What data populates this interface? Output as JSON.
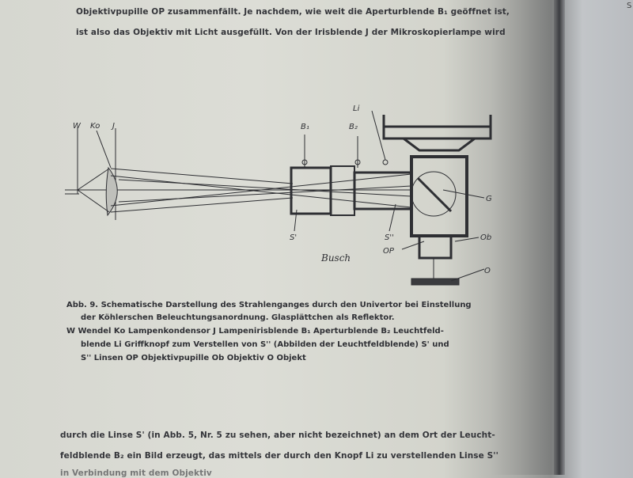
{
  "top_text": [
    "Objektivpupille OP zusammenfällt. Je nachdem, wie weit die Aperturblende B₁ geöffnet ist,",
    "ist also das Objektiv mit Licht ausgefüllt. Von der Irisblende J der Mikroskopierlampe wird"
  ],
  "figure": {
    "labels": {
      "W": "W",
      "Ko": "Ko",
      "J": "J",
      "B1": "B₁",
      "B2": "B₂",
      "Li": "Li",
      "G": "G",
      "S1": "S'",
      "S2": "S''",
      "Ob": "Ob",
      "OP": "OP",
      "O": "O"
    },
    "signature": "Busch"
  },
  "caption": [
    "Abb. 9. Schematische Darstellung des Strahlenganges durch den Univertor bei Einstellung",
    "der Köhlerschen Beleuchtungsanordnung. Glasplättchen als Reflektor.",
    "W Wendel  Ko Lampenkondensor  J Lampenirisblende  B₁ Aperturblende  B₂ Leuchtfeld-",
    "blende  Li Griffknopf zum Verstellen von S'' (Abbilden der Leuchtfeldblende)  S' und",
    "S'' Linsen  OP Objektivpupille  Ob Objektiv  O Objekt"
  ],
  "bottom_text": [
    "durch die Linse S' (in Abb. 5, Nr. 5 zu sehen, aber nicht bezeichnet) an dem Ort der Leucht-",
    "feldblende B₂ ein Bild erzeugt, das mittels der durch den Knopf Li zu verstellenden Linse S''",
    "in Verbindung mit dem Objektiv"
  ],
  "next_page_edge": "S"
}
